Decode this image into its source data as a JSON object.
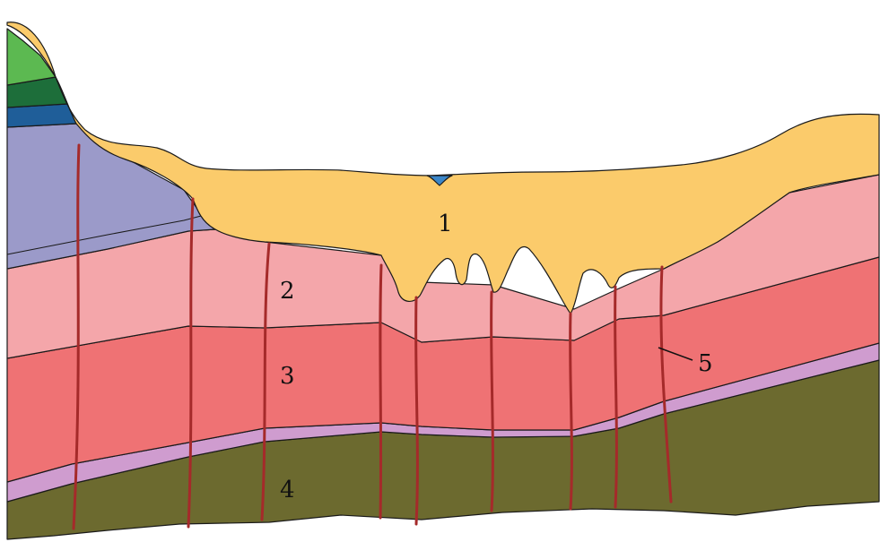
{
  "labels": {
    "layer_1": "1",
    "layer_2": "2",
    "layer_3": "3",
    "layer_4": "4",
    "fault_5": "5"
  },
  "colors": {
    "cover_sediment": "#fbcb6b",
    "layer_2": "#f4a6aa",
    "layer_3": "#ef7274",
    "thin_purple_bed": "#cf9ccf",
    "layer_4": "#6c6a2f",
    "lavender_bed": "#9b9ac9",
    "dark_blue_bed": "#1f5e99",
    "dark_green_bed": "#1d6e3a",
    "light_green_bed": "#5cb951",
    "water": "#3b86c8",
    "fault": "#a52a2a"
  }
}
